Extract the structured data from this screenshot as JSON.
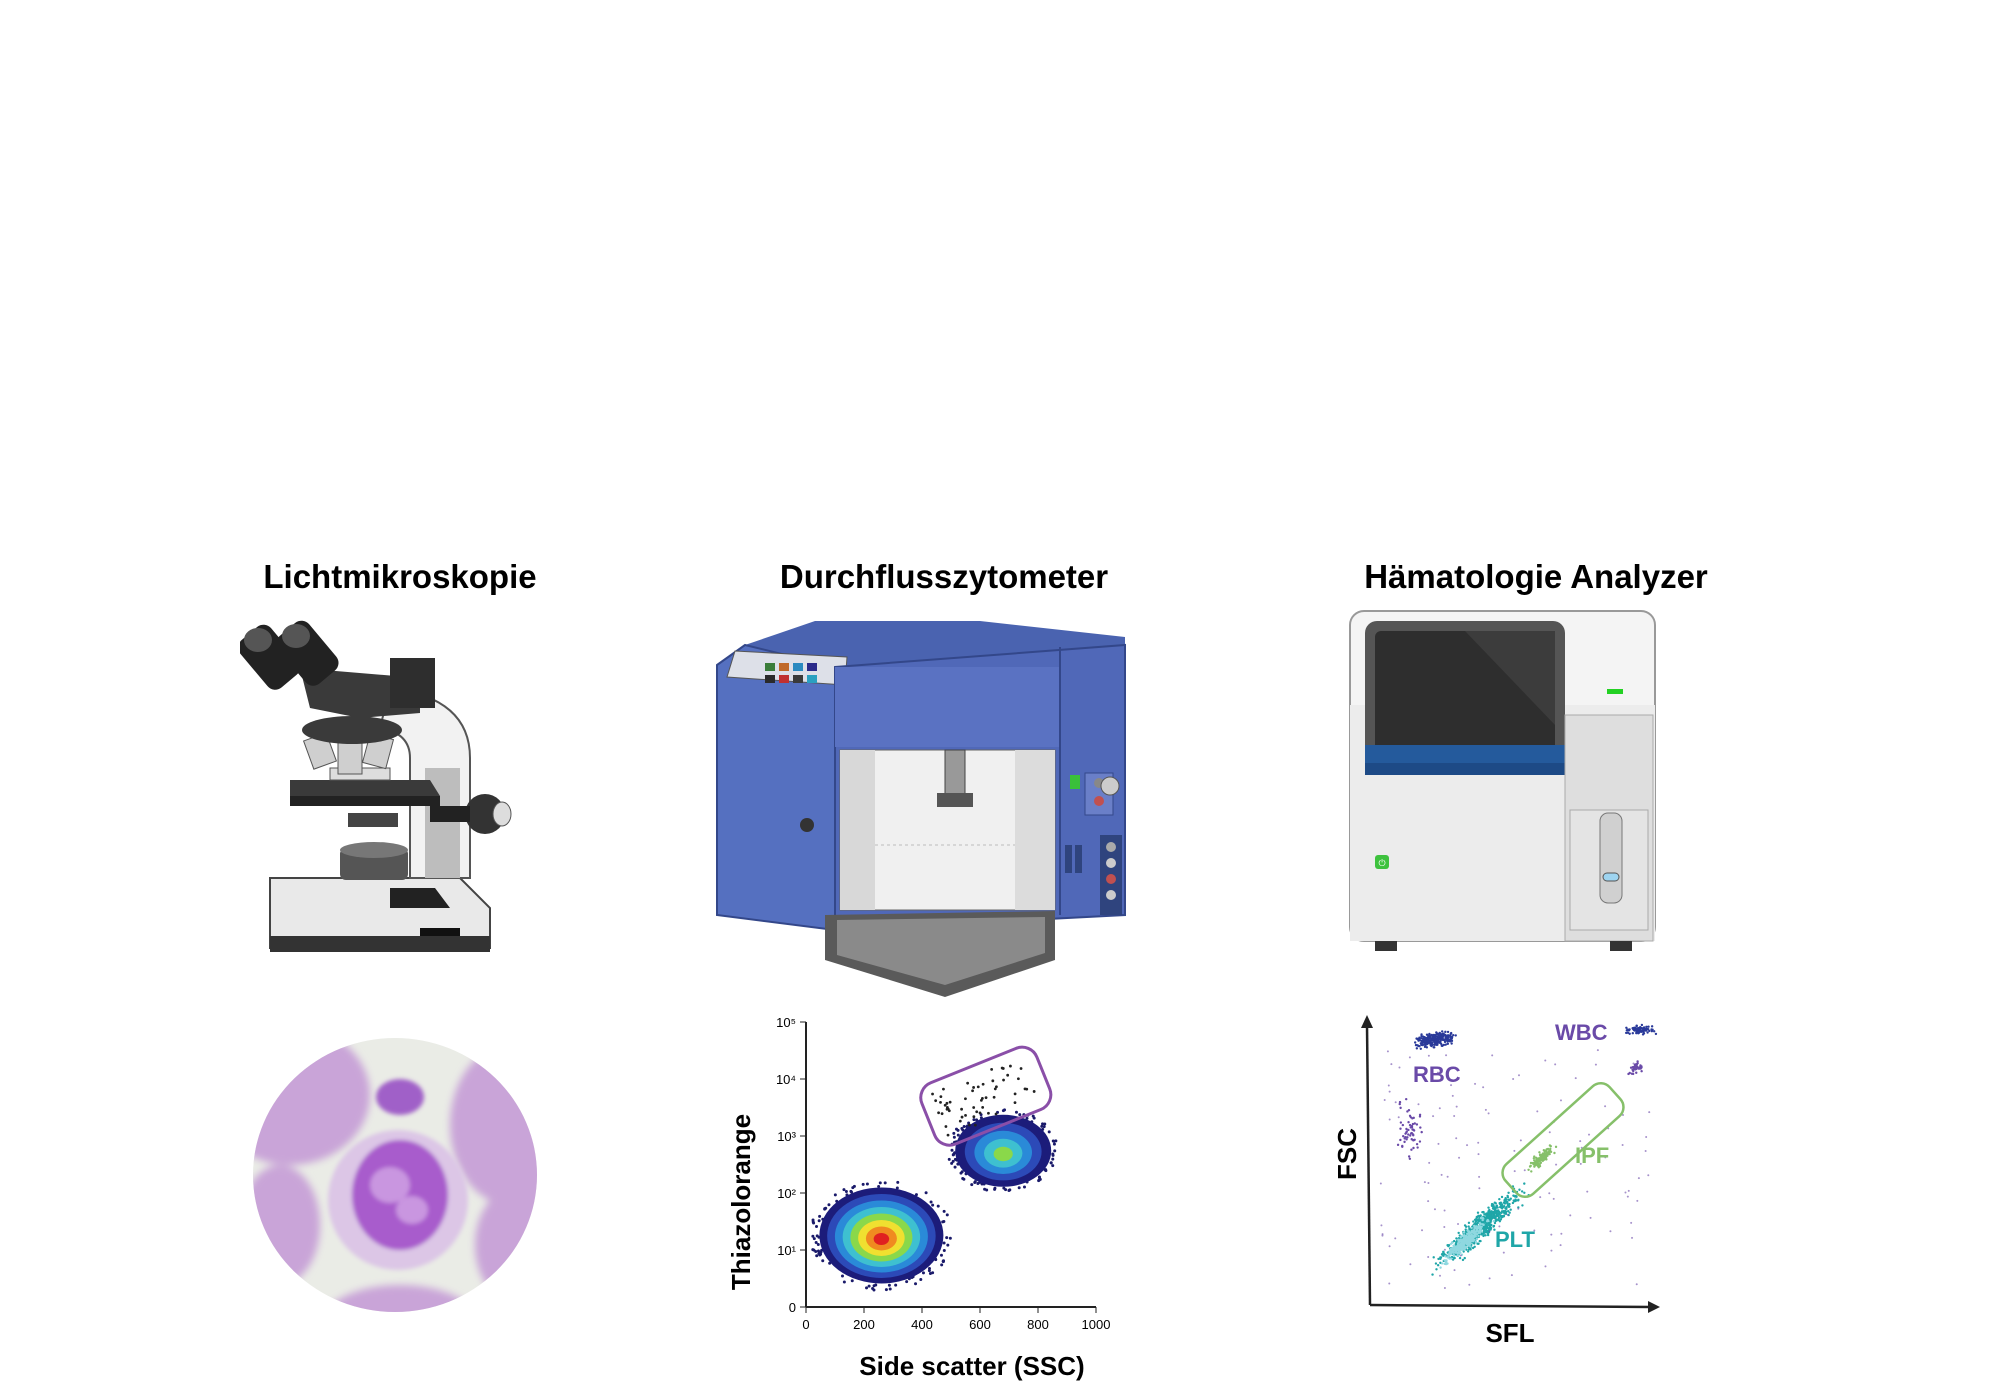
{
  "columns": [
    {
      "title": "Lichtmikroskopie"
    },
    {
      "title": "Durchflusszytometer"
    },
    {
      "title": "Hämatologie Analyzer"
    }
  ],
  "icons": {
    "microscope": "microscope-icon",
    "blood_smear": "blood-smear-icon",
    "flow_cytometer": "flow-cytometer-icon",
    "hematology_analyzer": "hematology-analyzer-icon"
  },
  "colors": {
    "cytometer_blue": "#5068b8",
    "gate_purple": "#8a4fa8",
    "plt_teal": "#1fa6a8",
    "ipf_green": "#86c06a",
    "rbc_wbc_purple": "#6a4aa8"
  },
  "chart_data": [
    {
      "type": "scatter",
      "title": "",
      "xlabel": "Side scatter (SSC)",
      "ylabel": "Thiazolorange",
      "xlim": [
        0,
        1000
      ],
      "xticks": [
        "0",
        "200",
        "400",
        "600",
        "800",
        "1000"
      ],
      "yscale": "log",
      "yticks": [
        "0",
        "10¹",
        "10²",
        "10³",
        "10⁴",
        "10⁵"
      ],
      "populations": [
        {
          "description": "large population",
          "x_center": 260,
          "y_center": 18
        },
        {
          "description": "upper population",
          "x_center": 680,
          "y_center": 550
        },
        {
          "description": "gated population",
          "x_center": 620,
          "y_center": 5000,
          "gated": true
        }
      ]
    },
    {
      "type": "scatter",
      "title": "",
      "xlabel": "SFL",
      "ylabel": "FSC",
      "populations": [
        {
          "name": "RBC"
        },
        {
          "name": "WBC"
        },
        {
          "name": "IPF",
          "gated": true
        },
        {
          "name": "PLT"
        }
      ]
    }
  ]
}
